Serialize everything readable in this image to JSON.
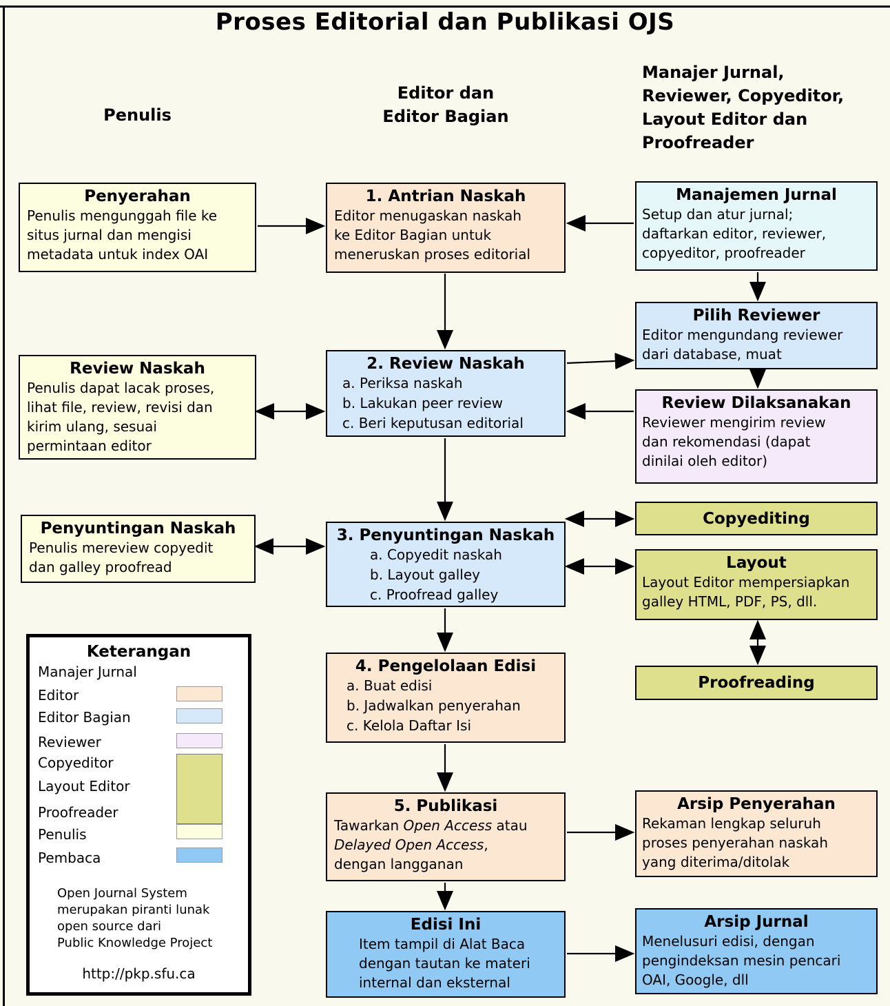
{
  "title": "Proses Editorial dan Publikasi OJS",
  "column_headers": {
    "left": "Penulis",
    "center": "Editor dan\nEditor Bagian",
    "right": "Manajer Jurnal,\nReviewer, Copyeditor,\nLayout Editor dan\nProofreader"
  },
  "colors": {
    "background": "#F9F9ED",
    "legend_bg": "#FFFFFF",
    "penulis": "#FDFDE0",
    "editor": "#FBE7D2",
    "editor_bagian": "#D5E9FA",
    "manajer_jurnal": "#E5F7F8",
    "reviewer": "#F4EAFA",
    "copyeditor_layout_proofreader": "#DFE08D",
    "pembaca": "#90C9F3",
    "border": "#000000"
  },
  "boxes": {
    "penyerahan": {
      "title": "Penyerahan",
      "body": "Penulis mengunggah file ke\nsitus jurnal dan mengisi\nmetadata untuk index OAI"
    },
    "antrian_naskah": {
      "title": "1. Antrian Naskah",
      "body": "Editor menugaskan naskah\nke Editor Bagian untuk\nmeneruskan proses editorial"
    },
    "manajemen_jurnal": {
      "title": "Manajemen Jurnal",
      "body": "Setup dan atur jurnal;\ndaftarkan editor, reviewer,\ncopyeditor, proofreader"
    },
    "pilih_reviewer": {
      "title": "Pilih Reviewer",
      "body": "Editor mengundang reviewer\ndari database, muat"
    },
    "review_naskah_editor": {
      "title": "2. Review Naskah",
      "items": [
        "a. Periksa naskah",
        "b. Lakukan peer review",
        "c. Beri keputusan editorial"
      ]
    },
    "review_naskah_penulis": {
      "title": "Review Naskah",
      "body": "Penulis dapat lacak proses,\nlihat file, review, revisi dan\nkirim ulang, sesuai\npermintaan editor"
    },
    "review_dilaksanakan": {
      "title": "Review Dilaksanakan",
      "body": "Reviewer mengirim review\ndan rekomendasi (dapat\ndinilai oleh editor)"
    },
    "penyuntingan_naskah_penulis": {
      "title": "Penyuntingan Naskah",
      "body": "Penulis mereview copyedit\ndan galley proofread"
    },
    "penyuntingan_naskah_editor": {
      "title": "3. Penyuntingan Naskah",
      "items": [
        "a. Copyedit naskah",
        "b. Layout galley",
        "c. Proofread galley"
      ]
    },
    "copyediting": {
      "title": "Copyediting"
    },
    "layout": {
      "title": "Layout",
      "body": "Layout Editor mempersiapkan\ngalley HTML, PDF, PS, dll."
    },
    "proofreading": {
      "title": "Proofreading"
    },
    "pengelolaan_edisi": {
      "title": "4. Pengelolaan Edisi",
      "items": [
        "a. Buat edisi",
        "b. Jadwalkan penyerahan",
        "c. Kelola Daftar Isi"
      ]
    },
    "publikasi": {
      "title": "5. Publikasi",
      "segments": [
        {
          "t": "Tawarkan "
        },
        {
          "t": "Open Access",
          "i": true
        },
        {
          "t": " atau\n"
        },
        {
          "t": "Delayed Open Access",
          "i": true
        },
        {
          "t": ",\ndengan langganan"
        }
      ]
    },
    "arsip_penyerahan": {
      "title": "Arsip Penyerahan",
      "body": "Rekaman lengkap seluruh\nproses penyerahan naskah\nyang diterima/ditolak"
    },
    "edisi_ini": {
      "title": "Edisi Ini",
      "body": "Item tampil di Alat Baca\ndengan tautan ke materi\ninternal dan eksternal"
    },
    "arsip_jurnal": {
      "title": "Arsip Jurnal",
      "body": "Menelusuri edisi, dengan\npengindeksan mesin pencari\nOAI, Google, dll"
    }
  },
  "legend": {
    "title": "Keterangan",
    "entries": [
      {
        "label": "Manajer Jurnal"
      },
      {
        "label": "Editor"
      },
      {
        "label": "Editor Bagian"
      },
      {
        "label": "Reviewer"
      },
      {
        "label": "Copyeditor"
      },
      {
        "label": "Layout Editor"
      },
      {
        "label": "Proofreader"
      },
      {
        "label": "Penulis"
      },
      {
        "label": "Pembaca"
      }
    ],
    "note": "Open Journal System\nmerupakan piranti lunak\nopen source dari\nPublic Knowledge Project",
    "url": "http://pkp.sfu.ca"
  }
}
